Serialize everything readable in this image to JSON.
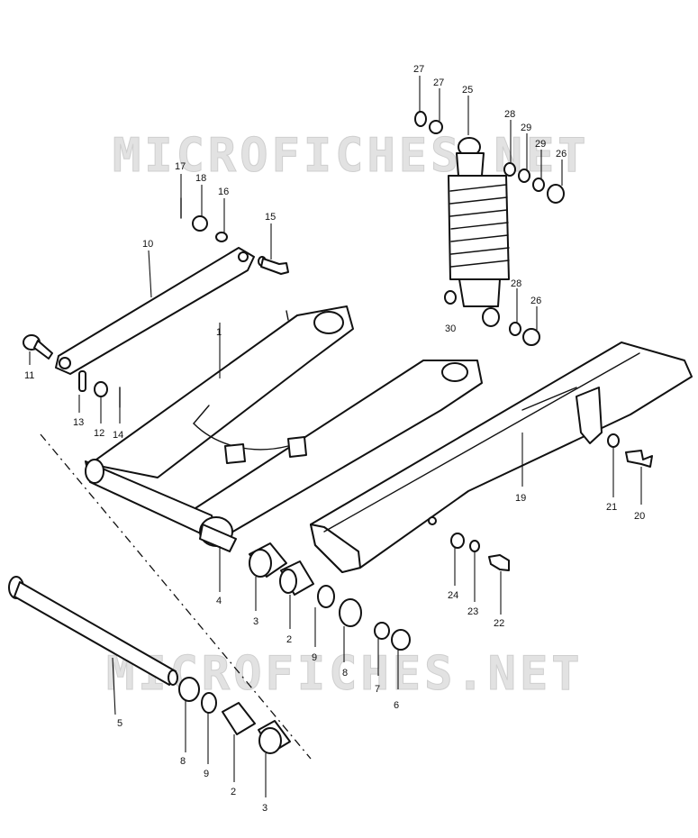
{
  "watermark": {
    "top_text": "MICROFICHES.NET",
    "bottom_text": "MICROFICHES.NET"
  },
  "callouts": {
    "c1": "1",
    "c2a": "2",
    "c2b": "2",
    "c3a": "3",
    "c3b": "3",
    "c4": "4",
    "c5": "5",
    "c6": "6",
    "c7": "7",
    "c8a": "8",
    "c8b": "8",
    "c9a": "9",
    "c9b": "9",
    "c10": "10",
    "c11": "11",
    "c12": "12",
    "c13": "13",
    "c14": "14",
    "c15": "15",
    "c16": "16",
    "c17": "17",
    "c18": "18",
    "c19": "19",
    "c20": "20",
    "c21": "21",
    "c22": "22",
    "c23": "23",
    "c24": "24",
    "c25": "25",
    "c26a": "26",
    "c26b": "26",
    "c27a": "27",
    "c27b": "27",
    "c28a": "28",
    "c28b": "28",
    "c29a": "29",
    "c29b": "29",
    "c30": "30"
  }
}
